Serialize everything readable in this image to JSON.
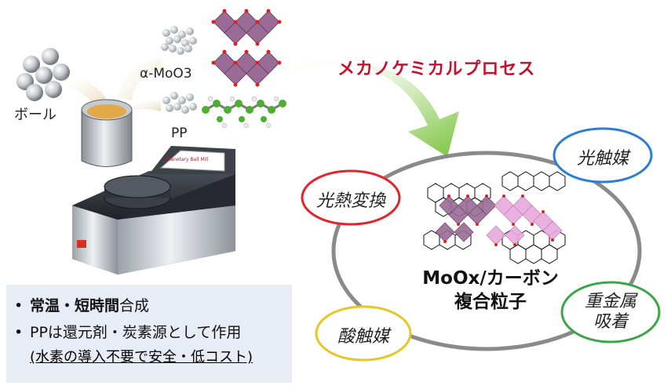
{
  "labels": {
    "ball": "ボール",
    "moo3": "α-MoO3",
    "pp": "PP"
  },
  "process_title": "メカノケミカルプロセス",
  "bubbles": {
    "photothermal": "光熱変換",
    "photocatalyst": "光触媒",
    "heavy_metal_line1": "重金属",
    "heavy_metal_line2": "吸着",
    "acid_catalyst": "酸触媒"
  },
  "product": {
    "line1": "MoOx/カーボン",
    "line2": "複合粒子"
  },
  "notes": {
    "item1_bold": "常温・短時間",
    "item1_rest": "合成",
    "item2": "PPは還元剤・炭素源として作用",
    "item2_sub": "(水素の導入不要で安全・低コスト)"
  },
  "machine_brand": "Planetary Ball Mill",
  "colors": {
    "title_red": "#c8102e",
    "arrow_green": "#7cc442",
    "bubble_red": "#e0252b",
    "bubble_blue": "#2a7fd0",
    "bubble_green": "#3aa648",
    "bubble_yellow": "#e6c728",
    "notes_bg": "#e8edf5"
  }
}
